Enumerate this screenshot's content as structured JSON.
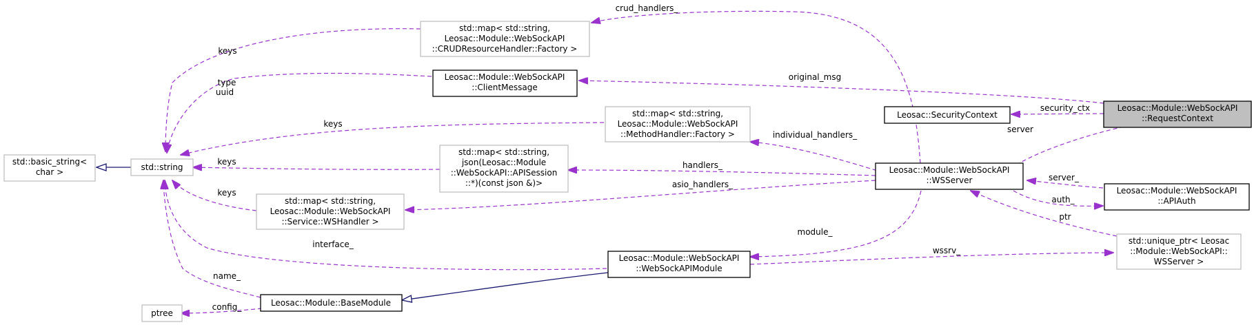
{
  "nodes": {
    "request_context": [
      "Leosac::Module::WebSockAPI",
      "::RequestContext"
    ],
    "security_context": [
      "Leosac::SecurityContext"
    ],
    "wsserver": [
      "Leosac::Module::WebSockAPI",
      "::WSServer"
    ],
    "apiauth": [
      "Leosac::Module::WebSockAPI",
      "::APIAuth"
    ],
    "unique_ptr": [
      "std::unique_ptr< Leosac",
      "::Module::WebSockAPI::",
      "WSServer >"
    ],
    "websockapimodule": [
      "Leosac::Module::WebSockAPI",
      "::WebSockAPIModule"
    ],
    "basemodule": [
      "Leosac::Module::BaseModule"
    ],
    "ptree": [
      "ptree"
    ],
    "std_string": [
      "std::string"
    ],
    "basic_string": [
      "std::basic_string<",
      "char >"
    ],
    "map_crud": [
      "std::map< std::string,",
      "Leosac::Module::WebSockAPI",
      "::CRUDResourceHandler::Factory >"
    ],
    "client_message": [
      "Leosac::Module::WebSockAPI",
      "::ClientMessage"
    ],
    "map_method": [
      "std::map< std::string,",
      "Leosac::Module::WebSockAPI",
      "::MethodHandler::Factory >"
    ],
    "map_json": [
      "std::map< std::string,",
      "json(Leosac::Module",
      "::WebSockAPI::APISession",
      "::*)(const json &)>"
    ],
    "map_ws": [
      "std::map< std::string,",
      "Leosac::Module::WebSockAPI",
      "::Service::WSHandler >"
    ]
  },
  "edge_labels": {
    "crud_handlers": "crud_handlers_",
    "original_msg": "original_msg",
    "security_ctx": "security_ctx",
    "server": "server",
    "server_apiauth": "server_",
    "auth": "auth_",
    "ptr": "ptr",
    "wssrv": "wssrv_",
    "module": "module_",
    "individual_handlers": "individual_handlers_",
    "handlers": "handlers_",
    "asio_handlers": "asio_handlers_",
    "interface": "interface_",
    "config": "config_",
    "name": "name_",
    "keys_crud": "keys",
    "type_uuid": [
      "type",
      "uuid"
    ],
    "keys_method": "keys",
    "keys_json": "keys",
    "keys_ws": "keys"
  }
}
